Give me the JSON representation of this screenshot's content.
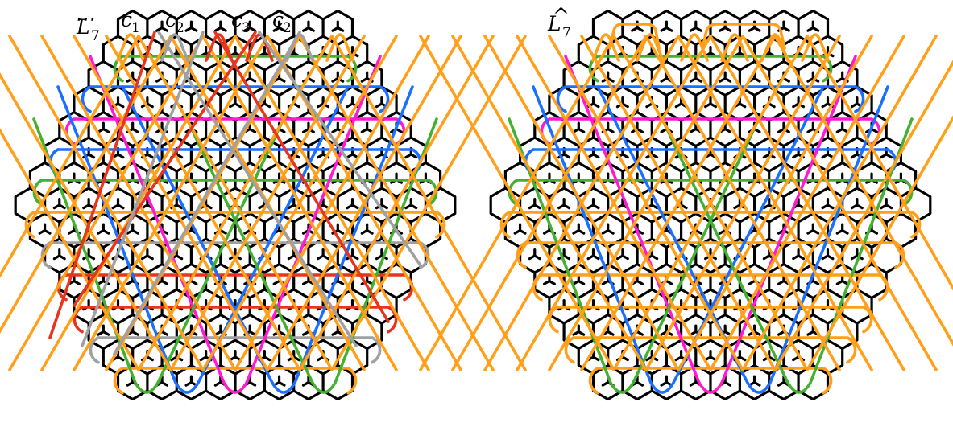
{
  "colors": {
    "hex_lattice": "#000000",
    "orange": "#ff9f1a",
    "green": "#44b030",
    "blue": "#1a6fff",
    "magenta": "#ff1acf",
    "red": "#e8341c",
    "gray": "#a0a0a0"
  },
  "left_panel": {
    "title_base": "L",
    "title_sub": "7",
    "title_accent": "⋯",
    "curve_labels": [
      {
        "base": "c",
        "sub": "1"
      },
      {
        "base": "c",
        "sub": "2"
      },
      {
        "base": "c",
        "sub": "3"
      },
      {
        "base": "c",
        "sub": "2"
      }
    ]
  },
  "right_panel": {
    "title_base": "L",
    "title_sub": "7",
    "title_accent": "^"
  }
}
